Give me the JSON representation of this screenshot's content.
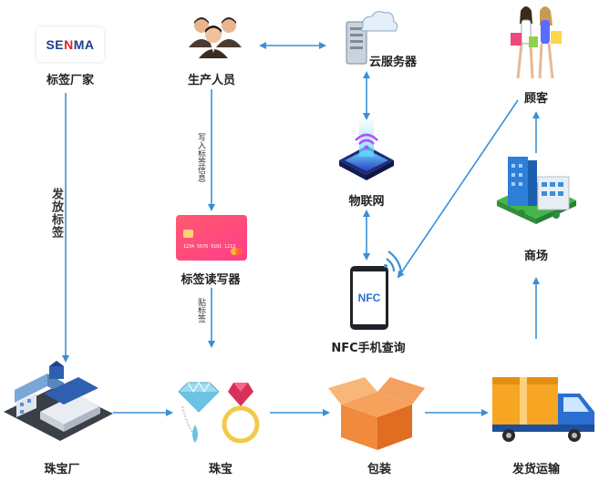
{
  "logo": {
    "part1": "SE",
    "part2": "N",
    "part3": "MA"
  },
  "nodes": {
    "tag_vendor": "标签厂家",
    "producer": "生产人员",
    "cloud": "云服务器",
    "customer": "顾客",
    "iot": "物联网",
    "tag_rw": "标签读写器",
    "mall": "商场",
    "nfc_query": "NFC手机查询",
    "factory": "珠宝厂",
    "jewelry": "珠宝",
    "package": "包装",
    "shipping": "发货运输"
  },
  "edges": {
    "write_tag": "写入标签信息",
    "issue_tag": "发放标签",
    "stick_tag": "贴标签"
  },
  "icons": {
    "card_number": "1234 5678 9101 1213",
    "nfc_phone": "NFC"
  },
  "colors": {
    "arrow": "#3a8fd6",
    "label": "#222222",
    "box_orange": "#f08a3c",
    "truck_blue": "#2a6fd1"
  }
}
